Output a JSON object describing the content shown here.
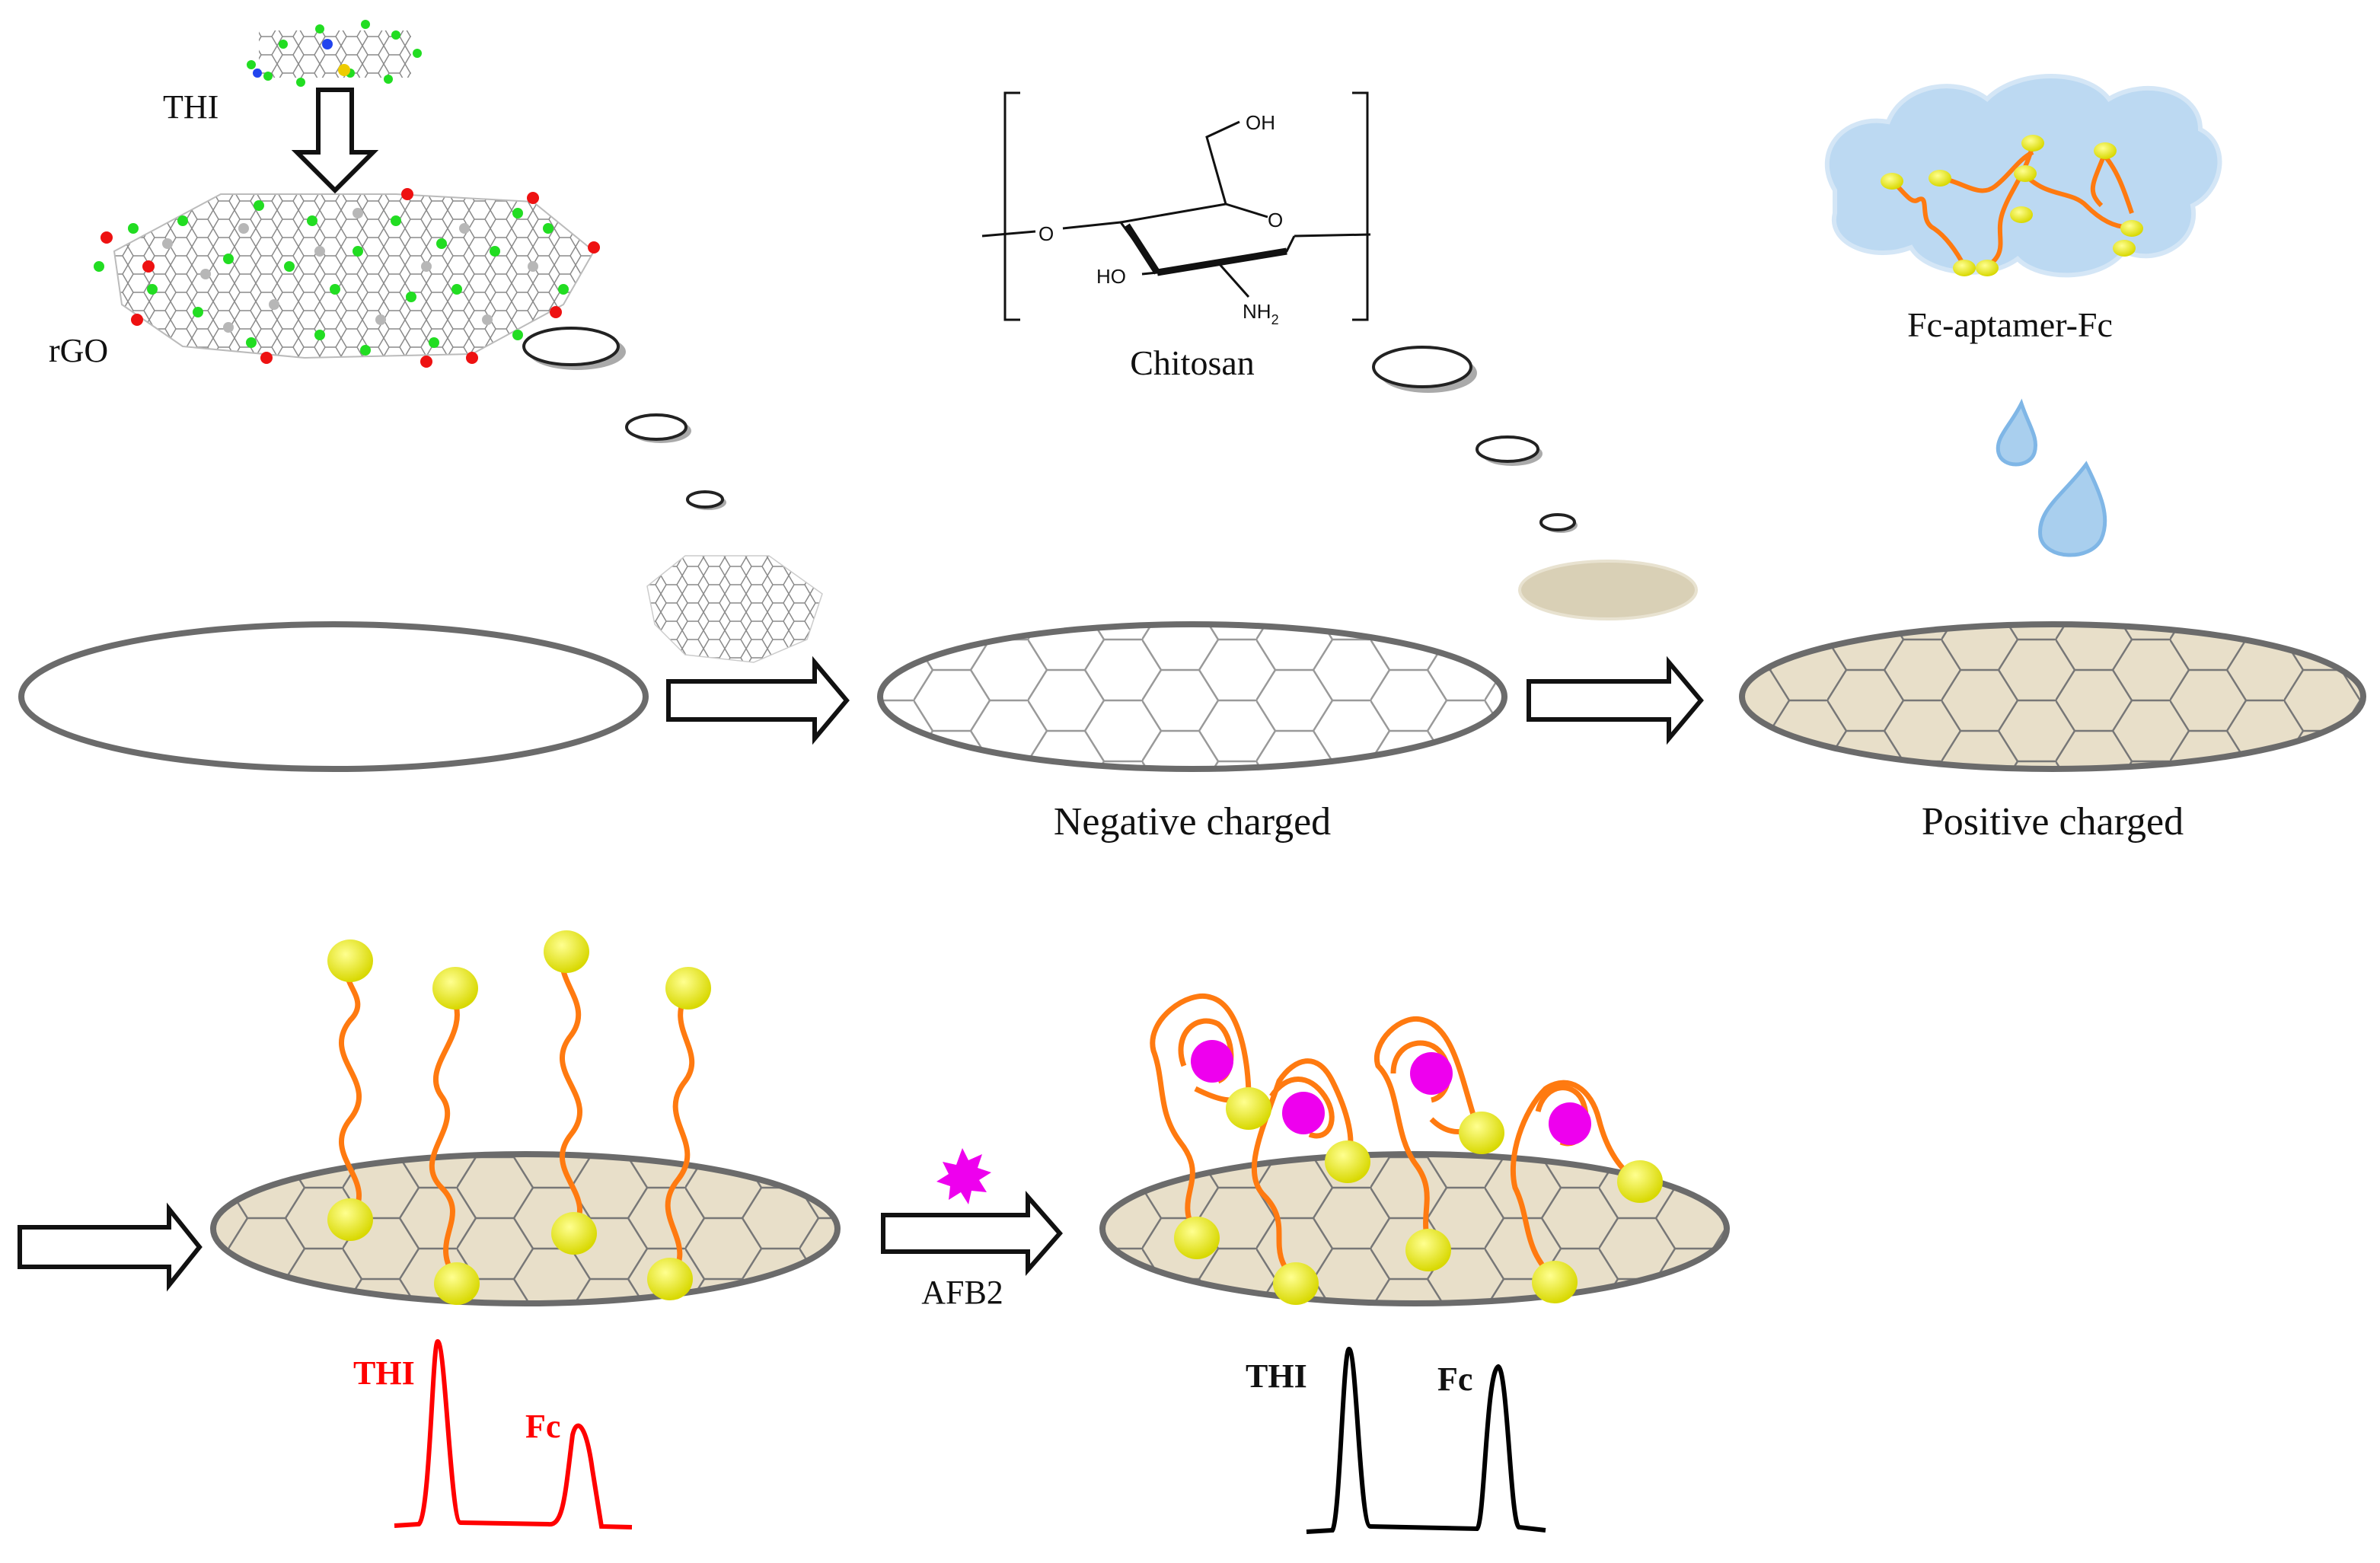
{
  "labels": {
    "thi_molecule": "THI",
    "rgo": "rGO",
    "chitosan": "Chitosan",
    "fc_aptamer": "Fc-aptamer-Fc",
    "negative": "Negative charged",
    "positive": "Positive charged",
    "target": "AFB2",
    "peak_thi_before": "THI",
    "peak_fc_before": "Fc",
    "peak_thi_after": "THI",
    "peak_fc_after": "Fc"
  },
  "chitosan_formula": {
    "oh_top": "OH",
    "ring_o": "O",
    "link_o": "O",
    "ho": "HO",
    "nh2": "NH",
    "nh2_sub": "2"
  },
  "colors": {
    "electrode_fill": "#e8dfc9",
    "electrode_stroke": "#6b6b6b",
    "hex_line": "#777777",
    "aptamer": "#ff7a10",
    "fc_ball": "#e8e820",
    "afb2": "#ee00ee",
    "signal_before": "#ff0000",
    "signal_after": "#000000",
    "cloud": "#bcd9f2",
    "droplet": "#a9cfee",
    "carbon": "#b0b0b0",
    "hydrogen": "#22dd22",
    "oxygen": "#ee1111"
  },
  "icons": [
    "thi-molecule-icon",
    "rgo-sheet-icon",
    "chitosan-structure-icon",
    "aptamer-cloud-icon",
    "droplet-icon",
    "afb2-star-icon"
  ]
}
